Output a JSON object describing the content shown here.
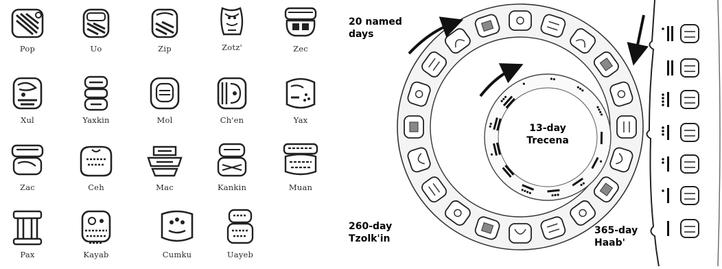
{
  "haab_months": [
    "Pop",
    "Uo",
    "Zip",
    "Zotz'",
    "Zec",
    "Xul",
    "Yaxkin",
    "Mol",
    "Ch'en",
    "Yax",
    "Zac",
    "Ceh",
    "Mac",
    "Kankin",
    "Muan",
    "Pax",
    "Kayab",
    "Cumku",
    "Uayeb"
  ],
  "calendar": {
    "named_days_label": [
      "20 named",
      "days"
    ],
    "trecena_label": [
      "13-day",
      "Trecena"
    ],
    "tzolkin_label": [
      "260-day",
      "Tzolk'in"
    ],
    "haab_label": [
      "365-day",
      "Haab'"
    ]
  }
}
